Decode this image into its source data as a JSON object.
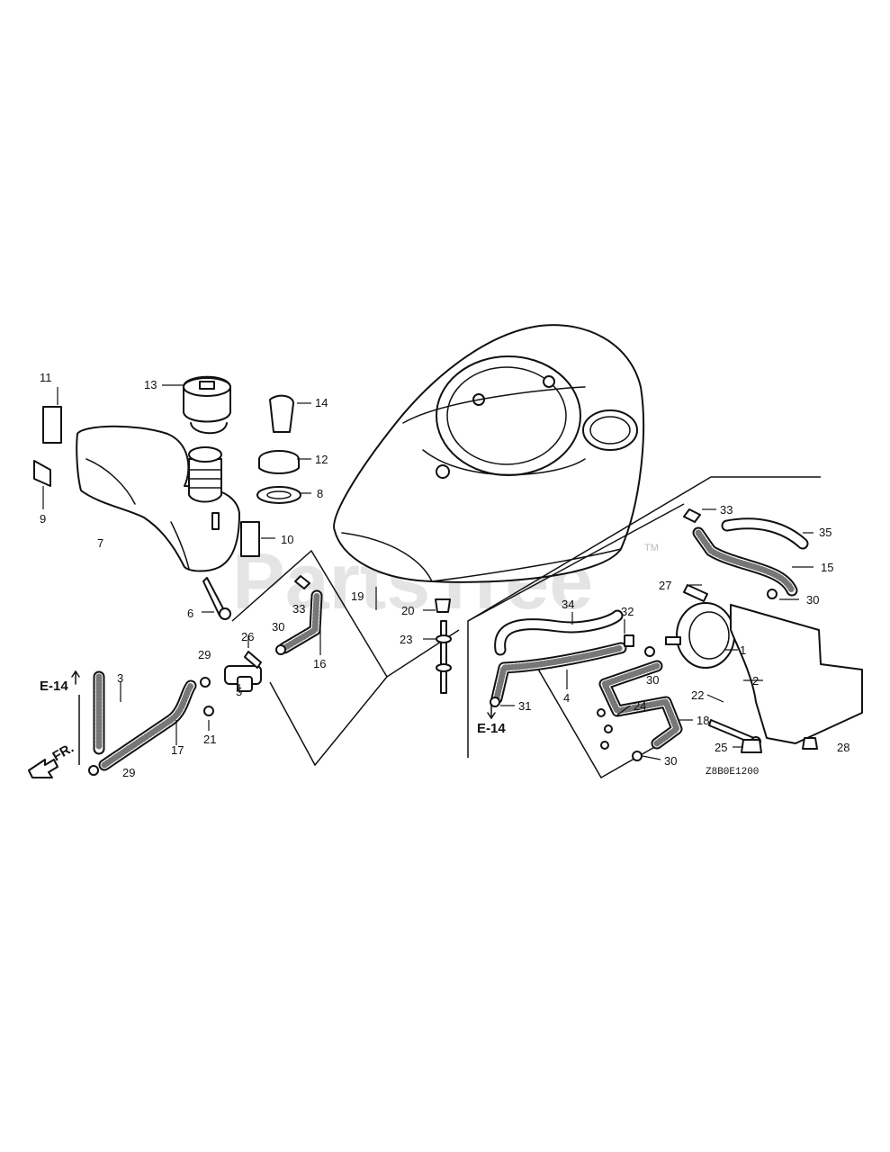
{
  "watermark": {
    "text": "PartsTree",
    "trademark": "TM"
  },
  "diagram_code": "Z8B0E1200",
  "references": {
    "left": "E-14",
    "right": "E-14"
  },
  "front_label": "FR.",
  "callouts": {
    "c1": "1",
    "c2": "2",
    "c3": "3",
    "c4": "4",
    "c5": "5",
    "c6": "6",
    "c7": "7",
    "c8": "8",
    "c9": "9",
    "c10": "10",
    "c11": "11",
    "c12": "12",
    "c13": "13",
    "c14": "14",
    "c15": "15",
    "c16": "16",
    "c17": "17",
    "c18": "18",
    "c19": "19",
    "c20": "20",
    "c21": "21",
    "c22": "22",
    "c23": "23",
    "c24": "24",
    "c25": "25",
    "c26": "26",
    "c27": "27",
    "c28": "28",
    "c29a": "29",
    "c29b": "29",
    "c30a": "30",
    "c30b": "30",
    "c30c": "30",
    "c30d": "30",
    "c31": "31",
    "c32": "32",
    "c33a": "33",
    "c33b": "33",
    "c34": "34",
    "c35": "35"
  },
  "colors": {
    "line": "#111111",
    "watermark": "#cfcfcf",
    "background": "#ffffff"
  }
}
